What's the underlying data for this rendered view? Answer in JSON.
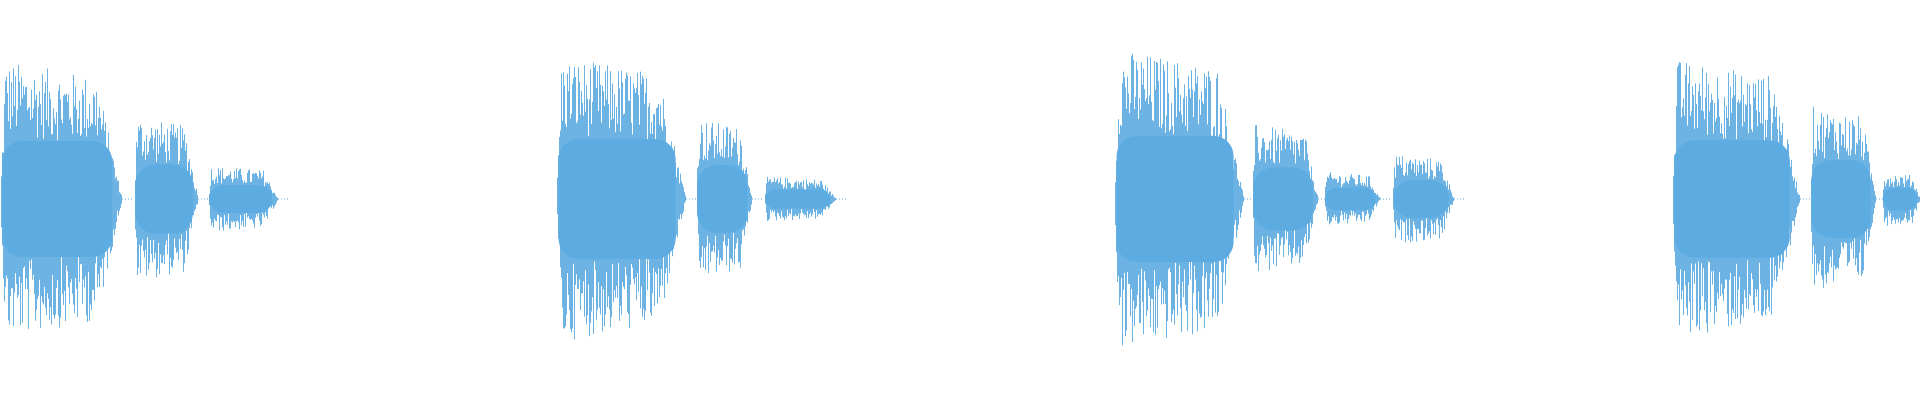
{
  "waveform": {
    "color": "#5dabe1",
    "background": "#ffffff",
    "bursts": [
      {
        "peak": 0.92,
        "decay": 0.12
      },
      {
        "peak": 0.55,
        "decay": 0.18
      },
      {
        "peak": 0.22,
        "decay": 0.25
      },
      {
        "peak": 0.95,
        "decay": 0.1
      },
      {
        "peak": 0.54,
        "decay": 0.18
      },
      {
        "peak": 0.15,
        "decay": 0.3
      },
      {
        "peak": 1.0,
        "decay": 0.1
      },
      {
        "peak": 0.5,
        "decay": 0.15
      },
      {
        "peak": 0.18,
        "decay": 0.3
      },
      {
        "peak": 0.3,
        "decay": 0.2
      },
      {
        "peak": 0.93,
        "decay": 0.1
      },
      {
        "peak": 0.62,
        "decay": 0.18
      },
      {
        "peak": 0.18,
        "decay": 0.25
      }
    ]
  }
}
